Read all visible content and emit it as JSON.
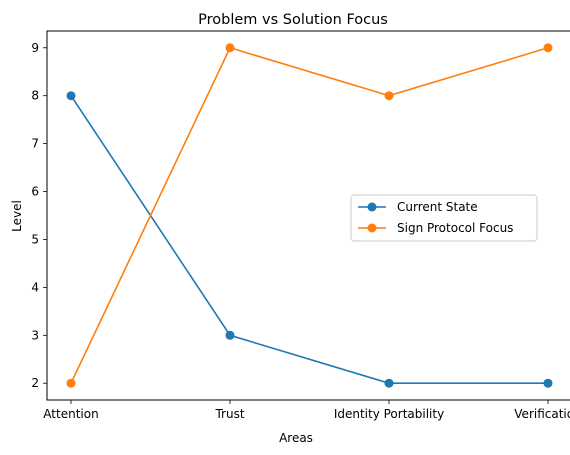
{
  "chart_data": {
    "type": "line",
    "title": "Problem vs Solution Focus",
    "xlabel": "Areas",
    "ylabel": "Level",
    "categories": [
      "Attention",
      "Trust",
      "Identity Portability",
      "Verification"
    ],
    "ylim": [
      1.65,
      9.35
    ],
    "yticks": [
      2,
      3,
      4,
      5,
      6,
      7,
      8,
      9
    ],
    "grid": false,
    "legend_position": "center-right",
    "series": [
      {
        "name": "Current State",
        "values": [
          8,
          3,
          2,
          2
        ],
        "color": "#1f77b4",
        "marker": "circle"
      },
      {
        "name": "Sign Protocol Focus",
        "values": [
          2,
          9,
          8,
          9
        ],
        "color": "#ff7f0e",
        "marker": "circle"
      }
    ]
  }
}
